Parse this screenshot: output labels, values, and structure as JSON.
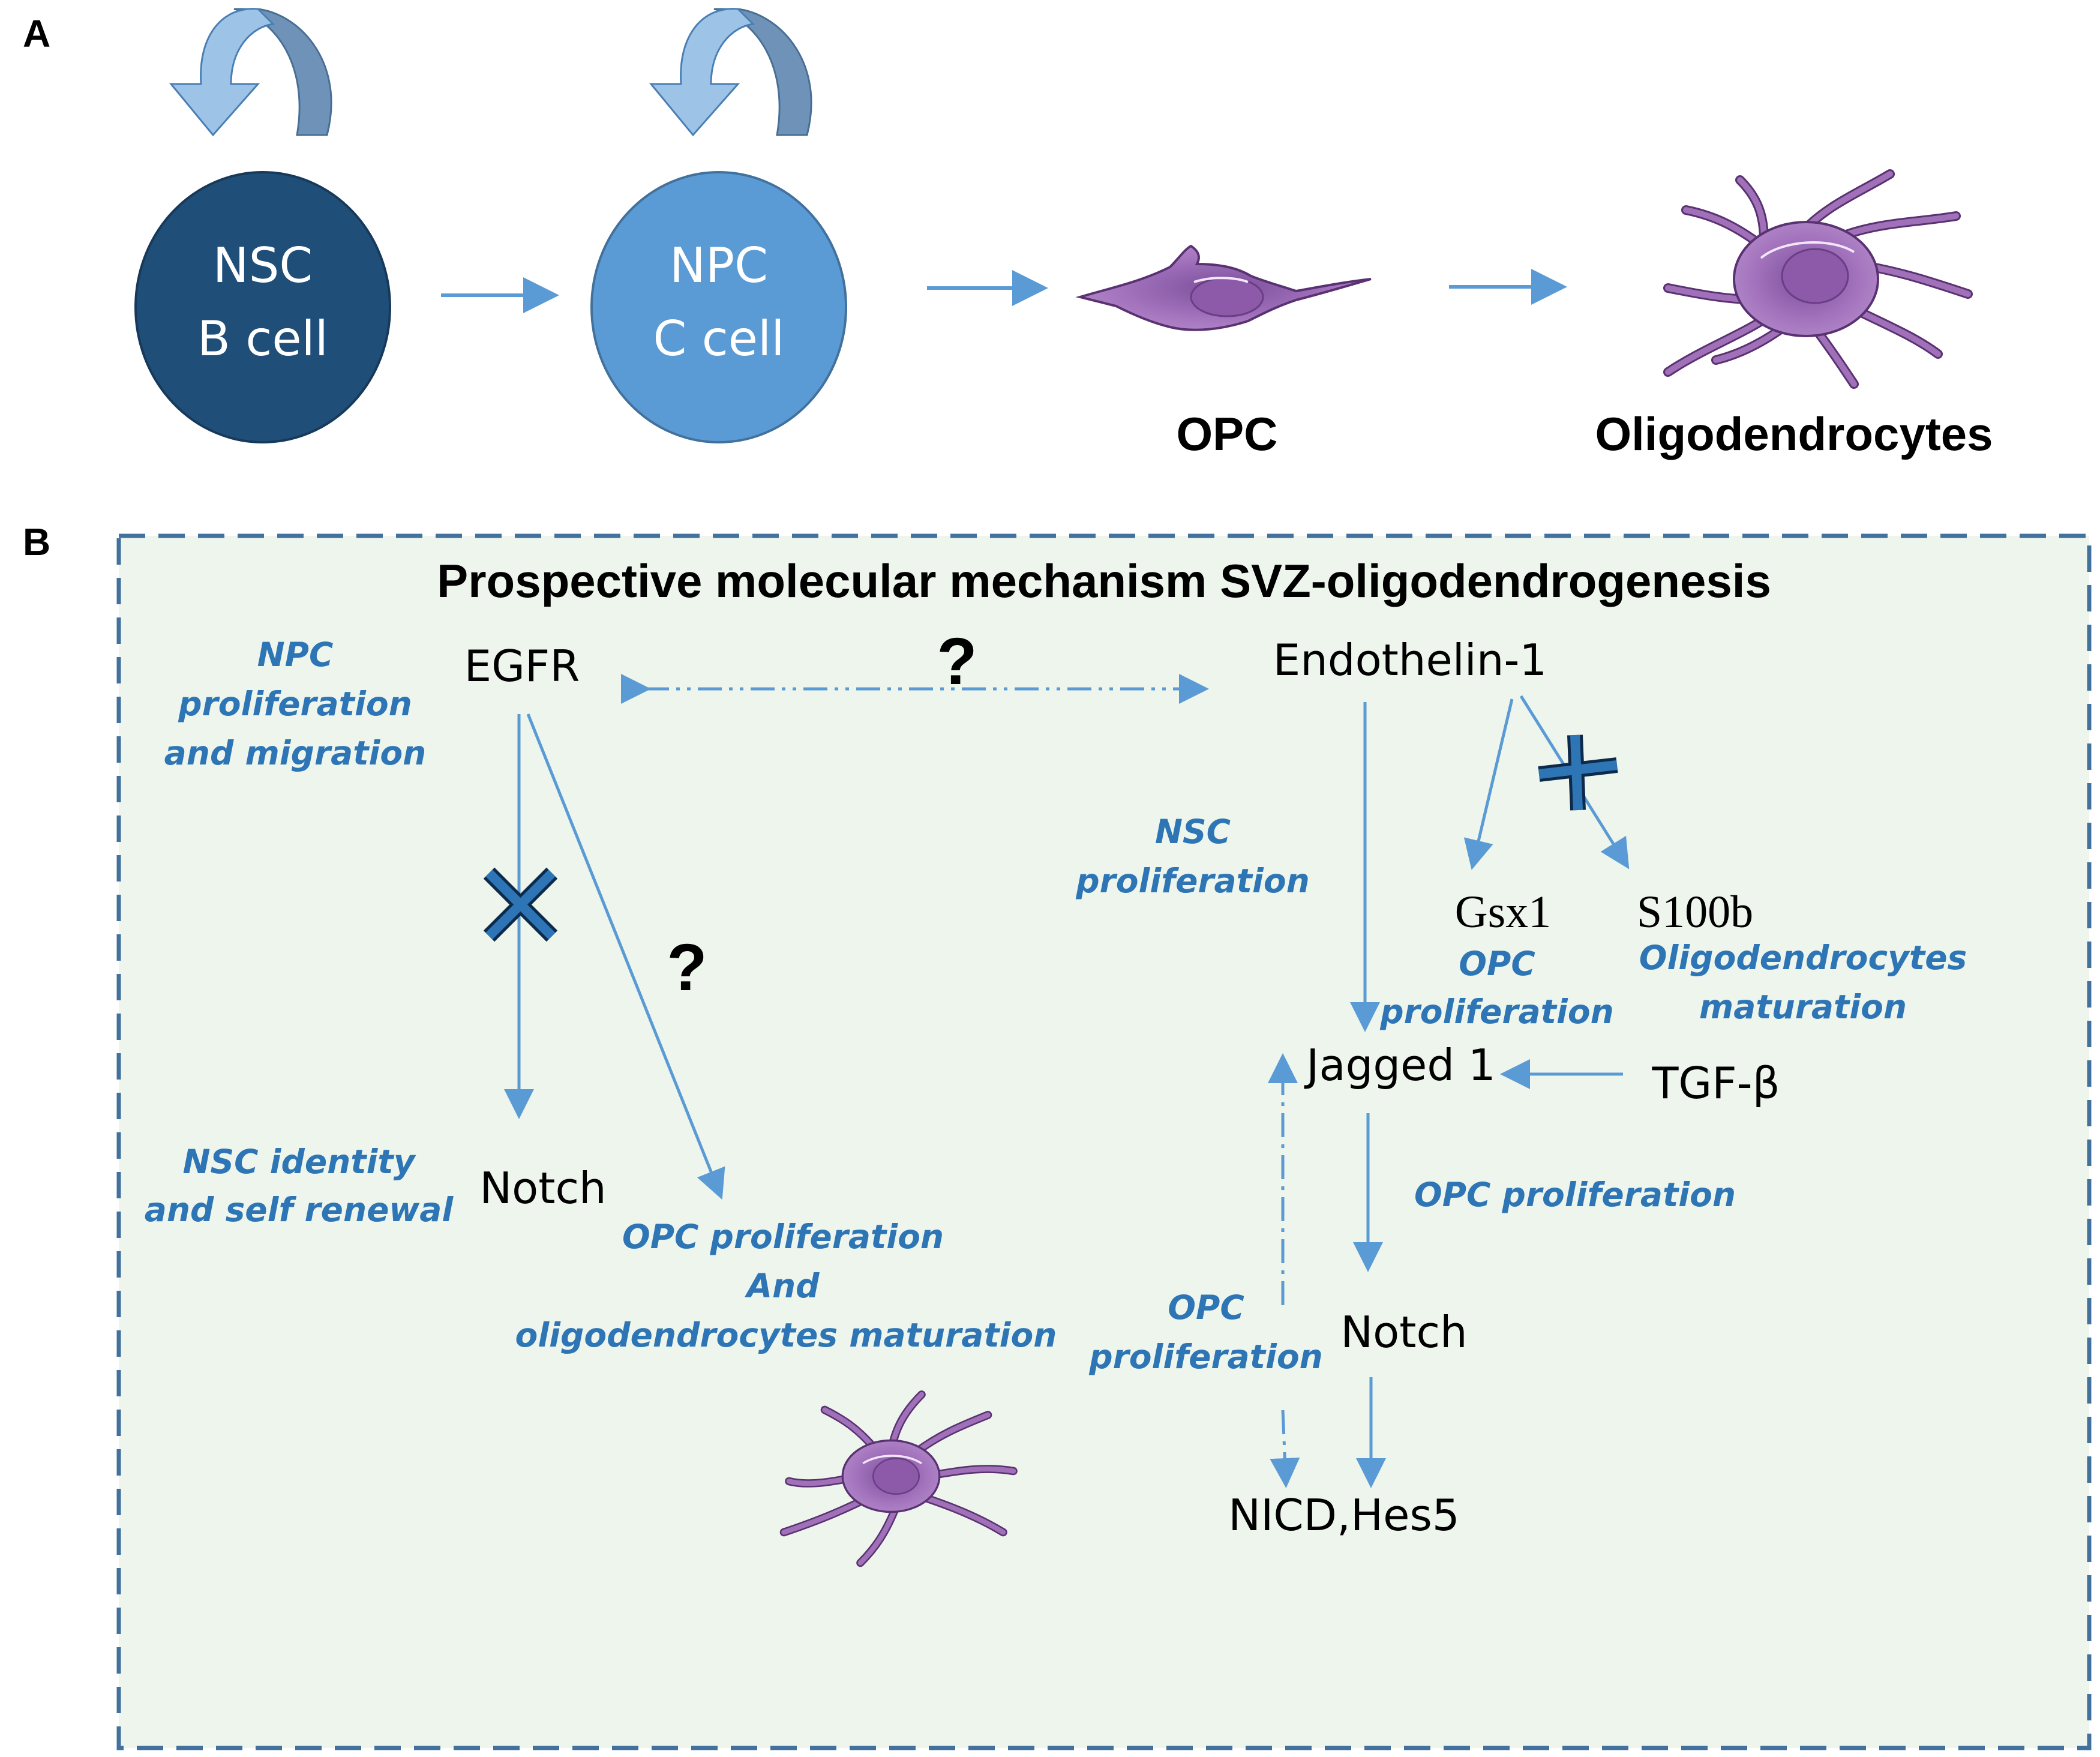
{
  "panel_a": {
    "label": "A",
    "nsc": {
      "line1": "NSC",
      "line2": "B cell"
    },
    "npc": {
      "line1": "NPC",
      "line2": "C cell"
    },
    "opc_label": "OPC",
    "oligo_label": "Oligodendrocytes"
  },
  "panel_b": {
    "label": "B",
    "title": "Prospective molecular mechanism SVZ-oligodendrogenesis",
    "nodes": {
      "egfr": "EGFR",
      "endothelin": "Endothelin-1",
      "notch_left": "Notch",
      "gsx1": "Gsx1",
      "s100b": "S100b",
      "jagged": "Jagged 1",
      "tgf": "TGF-β",
      "notch_right": "Notch",
      "nicd": "NICD,Hes5"
    },
    "question_mark": "?",
    "annotations": {
      "npc_prolif": [
        "NPC",
        "proliferation",
        "and migration"
      ],
      "nsc_identity": [
        "NSC identity",
        "and self renewal"
      ],
      "opc_oligo": [
        "OPC proliferation",
        "And",
        "oligodendrocytes maturation"
      ],
      "nsc_prolif": [
        "NSC",
        "proliferation"
      ],
      "gsx1_opc": [
        "OPC",
        "proliferation"
      ],
      "s100b_oligo": [
        "Oligodendrocytes",
        "maturation"
      ],
      "jagged_notch": "OPC proliferation",
      "dashdot_opc": [
        "OPC",
        "proliferation"
      ]
    }
  },
  "colors": {
    "nsc_dark": "#1f4e79",
    "npc_light": "#5b9bd5",
    "arrow_blue": "#5b9bd5",
    "annotation_blue": "#2e75b6",
    "panel_fill": "#edf5ec",
    "panel_border": "#41719c",
    "cell_purple": "#a070b8"
  }
}
